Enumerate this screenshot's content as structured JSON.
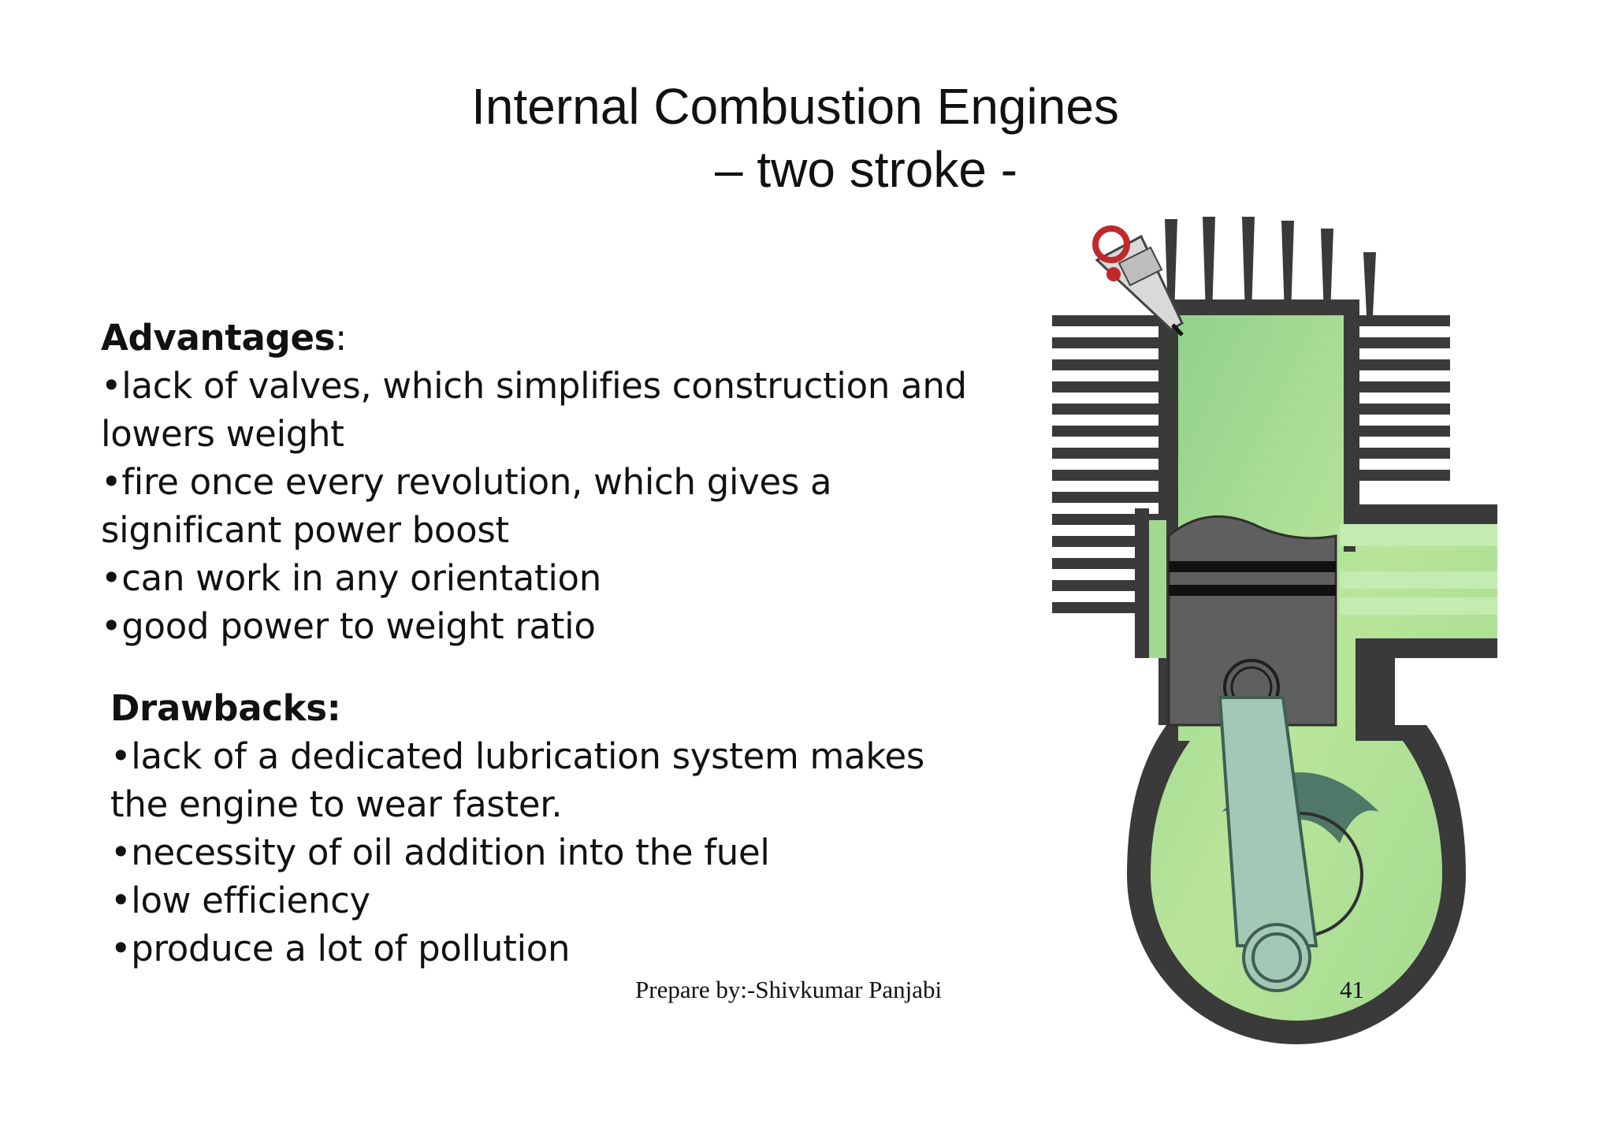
{
  "title": {
    "line1": "Internal Combustion Engines",
    "line2": "– two stroke -"
  },
  "advantages": {
    "heading": "Advantages",
    "colon": ":",
    "lines": [
      "•lack of valves, which simplifies construction and",
      "lowers weight",
      "•fire once every revolution, which gives a",
      "significant power boost",
      "•can work in any orientation",
      "•good power to weight ratio"
    ]
  },
  "drawbacks": {
    "heading": "Drawbacks:",
    "lines": [
      "•lack of a dedicated lubrication system makes",
      "the engine to wear faster.",
      "•necessity of oil addition into the fuel",
      "•low efficiency",
      "•produce a lot of pollution"
    ]
  },
  "footer": {
    "author": "Prepare by:-Shivkumar Panjabi",
    "page_number": "41"
  },
  "illustration": {
    "icon": "two-stroke-engine-illustration",
    "colors": {
      "body": "#3a3a3a",
      "gas": "#a6dd8a",
      "piston": "#5f5f5f",
      "rod": "#a2c8b6",
      "counterweight": "#4f7868",
      "spark_plug_cap": "#c0292b"
    }
  }
}
